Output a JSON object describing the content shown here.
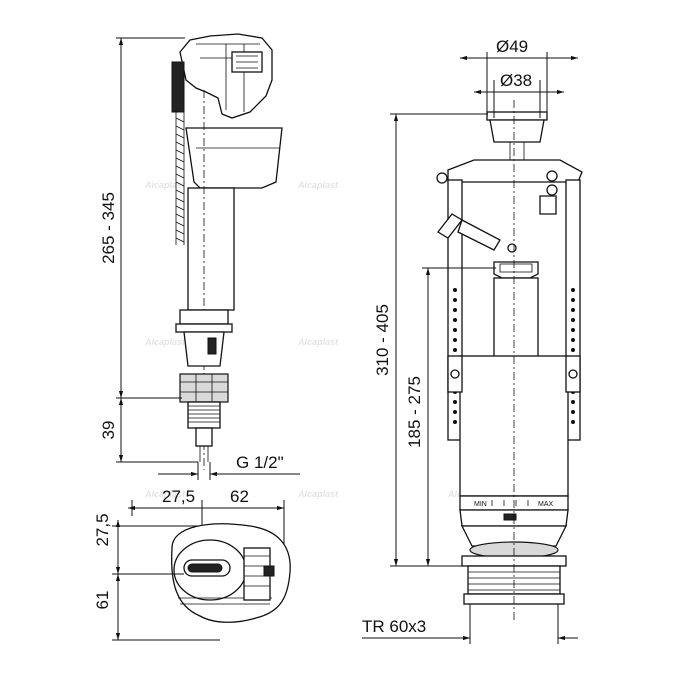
{
  "fill_valve": {
    "dim_height": "265 - 345",
    "dim_lower": "39",
    "dim_thread": "G 1/2\"",
    "dim_width_a": "27,5",
    "dim_width_b": "62",
    "dim_plan_a": "27,5",
    "dim_plan_b": "61"
  },
  "flush_valve": {
    "dim_outer_diameter": "Ø49",
    "dim_inner_diameter": "Ø38",
    "dim_height": "310 - 405",
    "dim_overflow": "185 - 275",
    "dim_thread": "TR 60x3",
    "scale_min": "MIN",
    "scale_max": "MAX"
  },
  "watermark": "Alcaplast"
}
